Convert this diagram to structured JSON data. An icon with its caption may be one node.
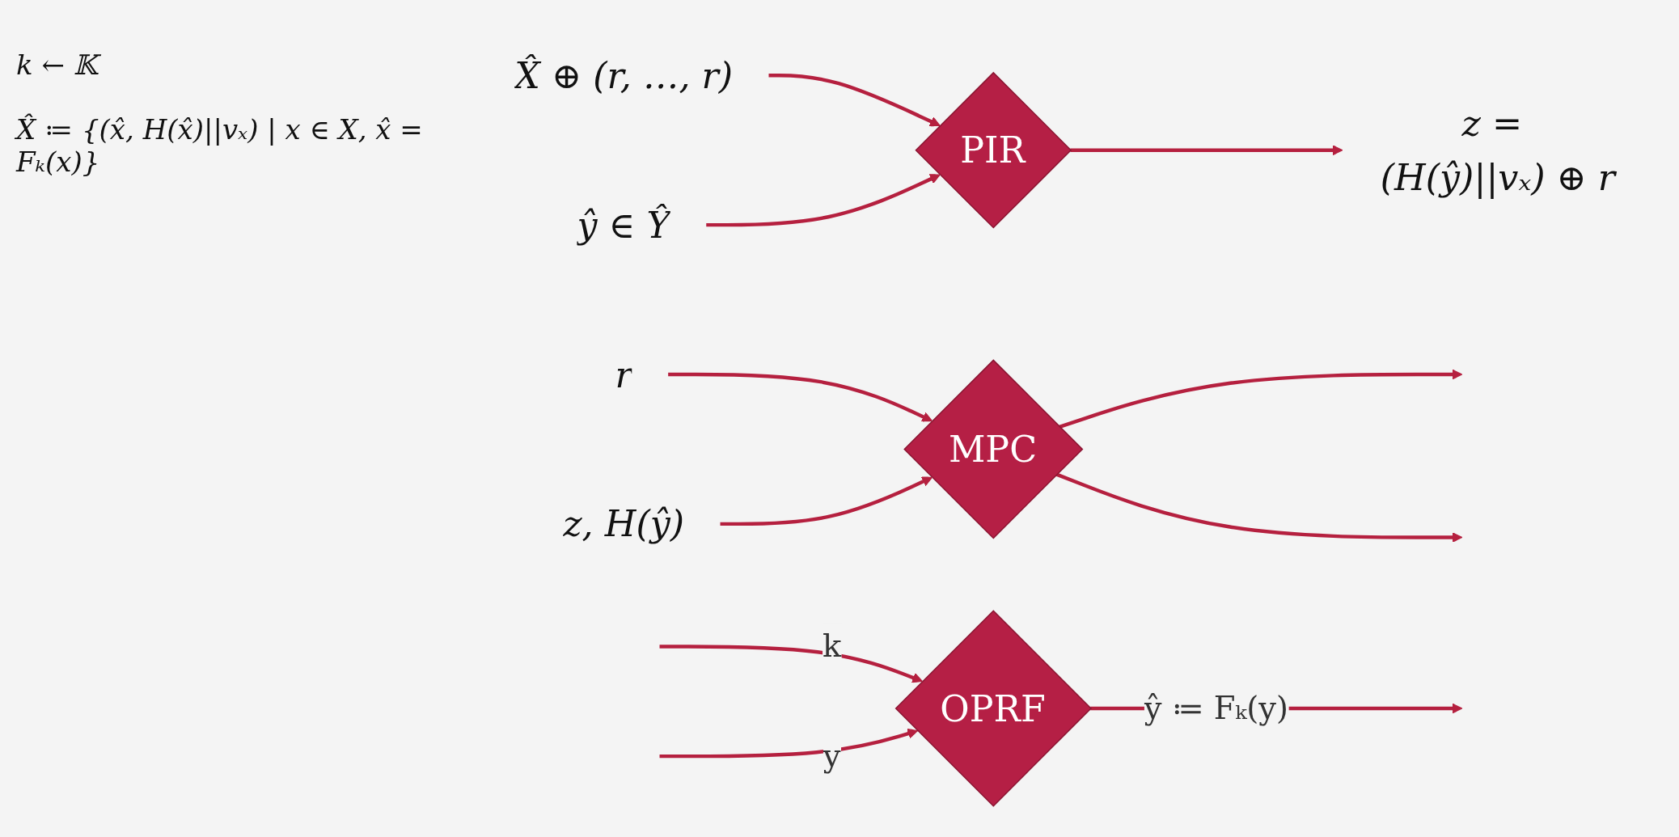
{
  "diagram": {
    "nodes": [
      {
        "text": [
          "OPRF"
        ]
      },
      {
        "text": [
          "X̂ ⊕ (r, …, r)"
        ]
      },
      {
        "text": [
          "PIR"
        ]
      },
      {
        "text": [
          "ŷ ∈ Ŷ"
        ]
      },
      {
        "text": [
          "z = (H(ŷ)||vₓ) ⊕ r"
        ]
      },
      {
        "text": [
          "r"
        ]
      },
      {
        "text": [
          "MPC"
        ]
      },
      {
        "text": [
          "z, H(ŷ)"
        ]
      }
    ],
    "edges": [
      {
        "from": null,
        "to": 0,
        "arrow": "to",
        "label": "k"
      },
      {
        "from": null,
        "to": 0,
        "arrow": "to",
        "label": "y"
      },
      {
        "from": 0,
        "to": null,
        "arrow": "to",
        "label": "ŷ ≔ Fₖ(y)"
      },
      {
        "from": 1,
        "to": 2,
        "arrow": "to"
      },
      {
        "from": 3,
        "to": 2,
        "arrow": "to"
      },
      {
        "from": 2,
        "to": 4,
        "arrow": "to"
      },
      {
        "from": 5,
        "to": 6,
        "arrow": "to"
      },
      {
        "from": 7,
        "to": 6,
        "arrow": "to"
      },
      {
        "from": 6,
        "to": null,
        "arrow": "to"
      },
      {
        "from": 6,
        "to": null,
        "arrow": "to"
      }
    ],
    "labels": [
      "k ← 𝕂",
      "X̂ ≔ {(x̂, H(x̂)||vₓ) | x ∈ X, x̂ = Fₖ(x)}"
    ]
  }
}
